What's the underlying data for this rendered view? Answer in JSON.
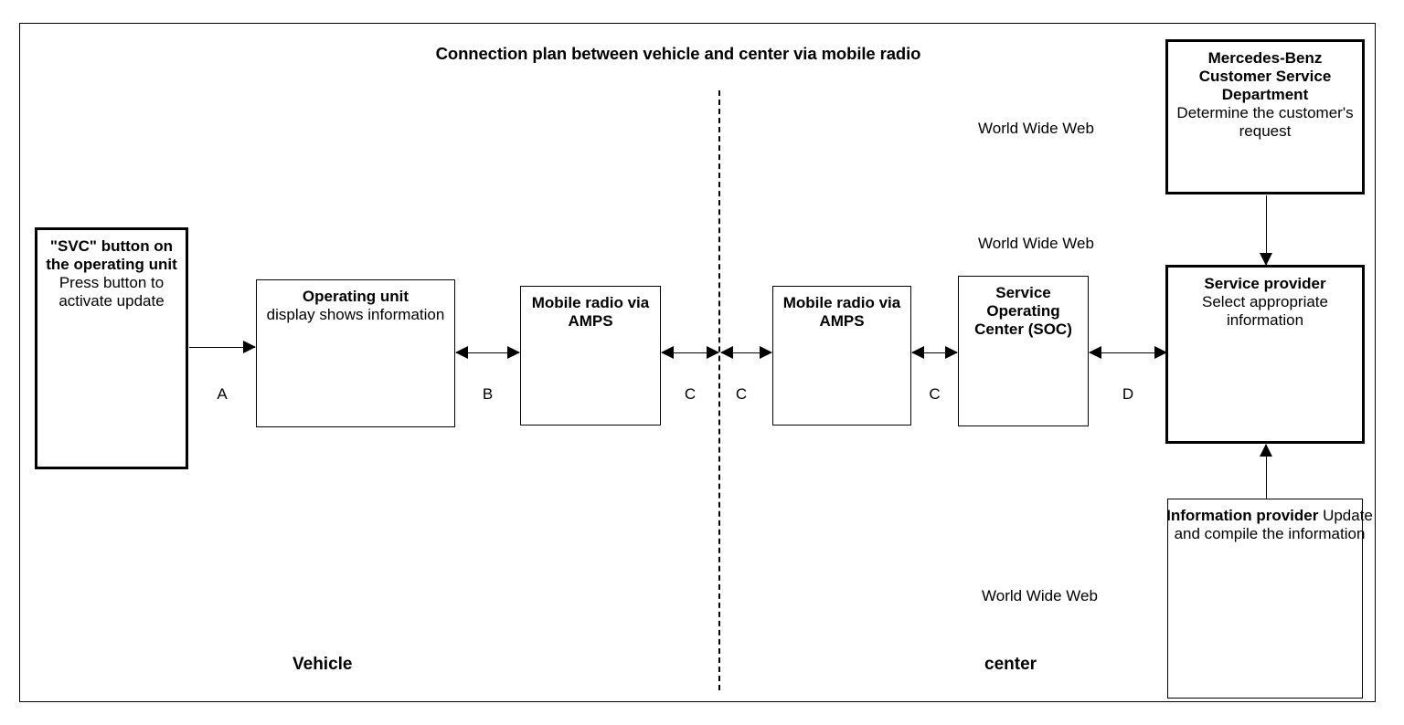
{
  "diagram": {
    "title": "Connection plan between vehicle and center via mobile radio",
    "nodes": {
      "svc_button": {
        "heading": "\"SVC\" button on the operating unit",
        "body": "Press button to activate update"
      },
      "operating_unit": {
        "heading": "Operating unit",
        "body": "display shows information"
      },
      "mobile_radio_vehicle": {
        "heading": "Mobile radio via AMPS",
        "body": ""
      },
      "mobile_radio_center": {
        "heading": "Mobile radio via AMPS",
        "body": ""
      },
      "soc": {
        "heading": "Service Operating Center (SOC)",
        "body": ""
      },
      "mercedes": {
        "heading": "Mercedes-Benz Customer Service Department",
        "body": "Determine the customer's request"
      },
      "service_provider": {
        "heading": "Service provider",
        "body": "Select appropriate information"
      },
      "information_provider": {
        "heading": "Information provider",
        "body": " Update and compile the information"
      }
    },
    "connector_labels": {
      "a": "A",
      "b": "B",
      "c_vehicle_out": "C",
      "c_center_in": "C",
      "c_soc": "C",
      "d": "D"
    },
    "annotations": {
      "www_top": "World Wide Web",
      "www_middle": "World Wide Web",
      "www_bottom": "World Wide Web",
      "zone_left": "Vehicle",
      "zone_right": "center"
    },
    "colors": {
      "background": "#ffffff",
      "stroke": "#000000",
      "text": "#000000"
    }
  }
}
